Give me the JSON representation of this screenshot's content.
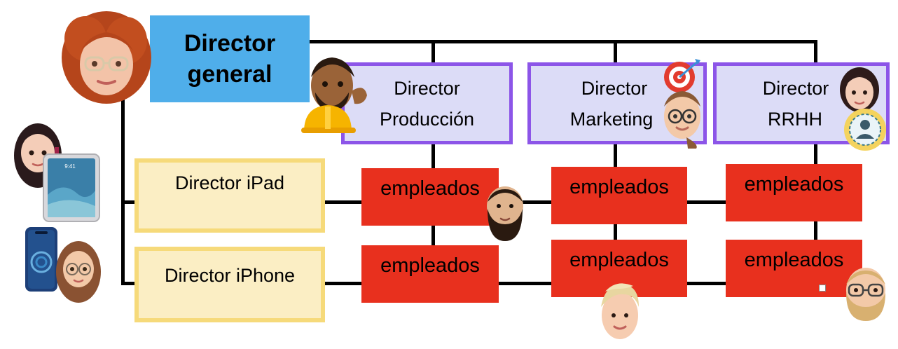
{
  "ceo": {
    "line1": "Director",
    "line2": "general"
  },
  "departments": [
    {
      "line1": "Director",
      "line2": "Producción"
    },
    {
      "line1": "Director",
      "line2": "Marketing"
    },
    {
      "line1": "Director",
      "line2": "RRHH"
    }
  ],
  "staff": [
    {
      "label": "Director iPad"
    },
    {
      "label": "Director iPhone"
    }
  ],
  "employees": {
    "label": "empleados"
  },
  "colors": {
    "ceo_fill": "#4faeea",
    "dept_fill": "#dcdcf7",
    "dept_border": "#8c55e8",
    "staff_fill": "#fbeec4",
    "staff_border": "#f6da7a",
    "employee_fill": "#e8301e",
    "connector": "#000000"
  },
  "icons": [
    "memoji-redhead-woman-icon",
    "memoji-construction-man-icon",
    "memoji-marketing-man-icon",
    "target-icon",
    "memoji-rrhh-woman-icon",
    "person-badge-icon",
    "memoji-woman-with-ipad-icon",
    "ipad-icon",
    "memoji-woman-with-iphone-icon",
    "iphone-icon",
    "memoji-bearded-man-icon",
    "memoji-blond-man-icon",
    "memoji-blond-bearded-man-icon"
  ]
}
